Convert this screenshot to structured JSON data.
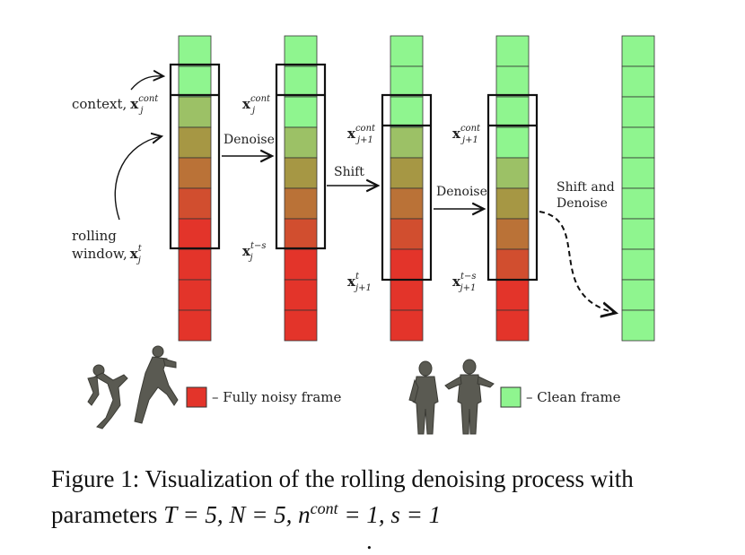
{
  "colors": {
    "noisy": "#e3342a",
    "clean": "#8ff58f",
    "mid": "#a88c3c",
    "window_border": "#111111",
    "cell_border": "#333333"
  },
  "columns": [
    {
      "cells": [
        "clean",
        "clean",
        "g25",
        "g45",
        "g65",
        "g85",
        "noisy",
        "noisy",
        "noisy",
        "noisy"
      ]
    },
    {
      "cells": [
        "clean",
        "clean",
        "clean",
        "g25",
        "g45",
        "g65",
        "g85",
        "noisy",
        "noisy",
        "noisy"
      ]
    },
    {
      "cells": [
        "clean",
        "clean",
        "clean",
        "g25",
        "g45",
        "g65",
        "g85",
        "noisy",
        "noisy",
        "noisy"
      ]
    },
    {
      "cells": [
        "clean",
        "clean",
        "clean",
        "clean",
        "g25",
        "g45",
        "g65",
        "g85",
        "noisy",
        "noisy"
      ]
    },
    {
      "cells": [
        "clean",
        "clean",
        "clean",
        "clean",
        "clean",
        "clean",
        "clean",
        "clean",
        "clean",
        "clean"
      ]
    }
  ],
  "labels": {
    "context": "context,",
    "rolling": "rolling",
    "window": "window,",
    "x": "x",
    "sup_cont": "cont",
    "sup_t": "t",
    "sup_ts": "t−s",
    "sub_j": "j",
    "sub_j1": "j+1"
  },
  "arrows": {
    "denoise1": "Denoise",
    "shift": "Shift",
    "denoise2": "Denoise",
    "shift_and": "Shift and",
    "denoise3": "Denoise"
  },
  "legend": {
    "noisy_label": "– Fully noisy frame",
    "clean_label": "– Clean frame"
  },
  "caption": {
    "line1": "Figure 1: Visualization of the rolling denoising process with",
    "line2_prefix": "parameters ",
    "params": "T = 5, N = 5, n",
    "params_sup": "cont",
    "params_rest": " = 1, s = 1",
    "trailing": "."
  }
}
